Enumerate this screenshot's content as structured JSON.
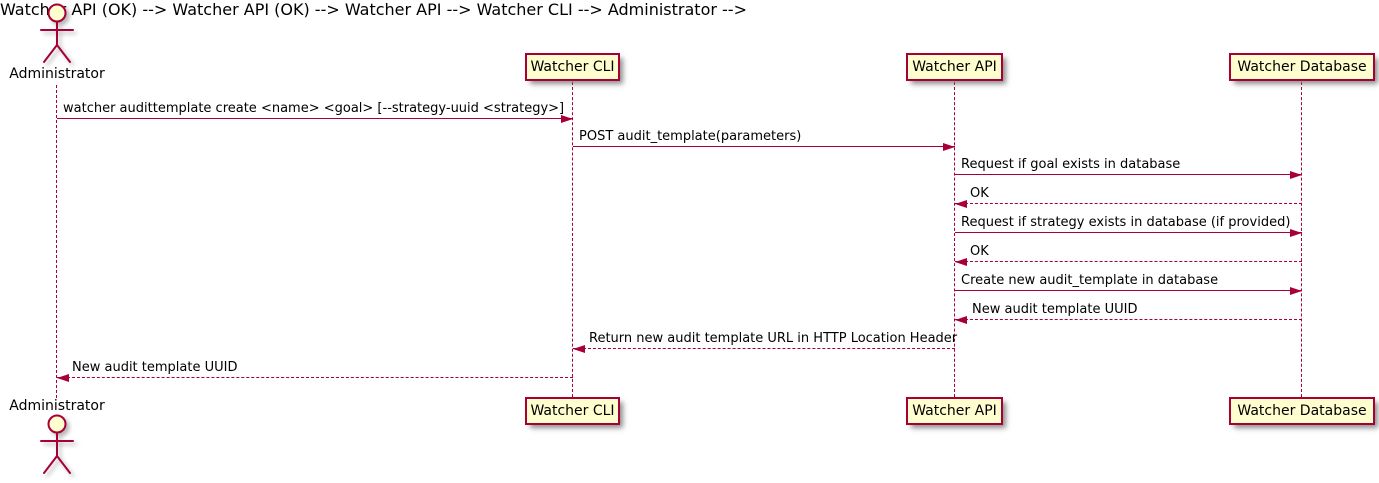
{
  "diagram": {
    "type": "sequence-diagram",
    "colors": {
      "participant_fill": "#FEFECE",
      "participant_border": "#A80036",
      "line": "#A80036",
      "text": "#000000",
      "background": "#FFFFFF"
    }
  },
  "participants": {
    "administrator": {
      "label": "Administrator",
      "type": "actor"
    },
    "watcher_cli": {
      "label": "Watcher CLI",
      "type": "participant"
    },
    "watcher_api": {
      "label": "Watcher API",
      "type": "participant"
    },
    "watcher_database": {
      "label": "Watcher Database",
      "type": "participant"
    }
  },
  "messages": [
    {
      "from": "Administrator",
      "to": "Watcher CLI",
      "style": "solid",
      "text": "watcher audittemplate create <name> <goal> [--strategy-uuid <strategy>]"
    },
    {
      "from": "Watcher CLI",
      "to": "Watcher API",
      "style": "solid",
      "text": "POST audit_template(parameters)"
    },
    {
      "from": "Watcher API",
      "to": "Watcher Database",
      "style": "solid",
      "text": "Request if goal exists in database"
    },
    {
      "from": "Watcher Database",
      "to": "Watcher API",
      "style": "dashed",
      "text": "OK"
    },
    {
      "from": "Watcher API",
      "to": "Watcher Database",
      "style": "solid",
      "text": "Request if strategy exists in database (if provided)"
    },
    {
      "from": "Watcher Database",
      "to": "Watcher API",
      "style": "dashed",
      "text": "OK"
    },
    {
      "from": "Watcher API",
      "to": "Watcher Database",
      "style": "solid",
      "text": "Create new audit_template in database"
    },
    {
      "from": "Watcher Database",
      "to": "Watcher API",
      "style": "dashed",
      "text": "New audit template UUID"
    },
    {
      "from": "Watcher API",
      "to": "Watcher CLI",
      "style": "dashed",
      "text": "Return new audit template URL in HTTP Location Header"
    },
    {
      "from": "Watcher CLI",
      "to": "Administrator",
      "style": "dashed",
      "text": "New audit template UUID"
    }
  ]
}
